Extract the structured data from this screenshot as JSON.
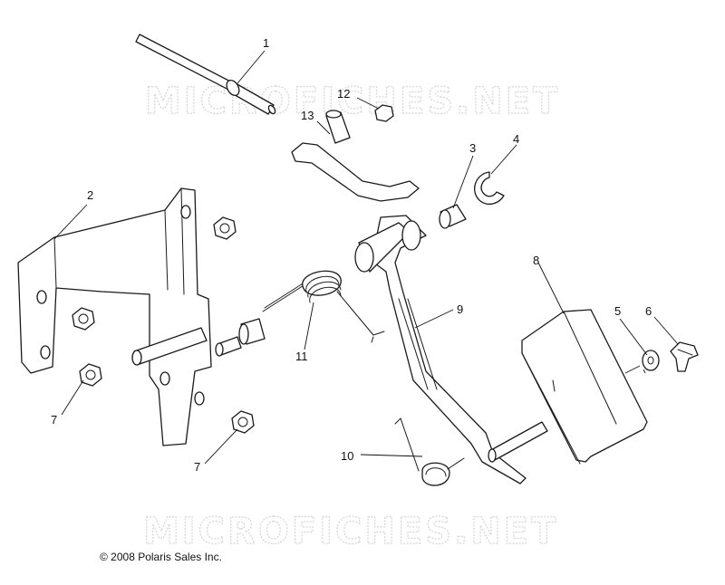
{
  "watermark": {
    "top": "MICROFICHES.NET",
    "bottom": "MICROFICHES.NET"
  },
  "copyright": "© 2008 Polaris Sales Inc.",
  "callouts": [
    "1",
    "2",
    "3",
    "4",
    "5",
    "6",
    "7",
    "7",
    "8",
    "9",
    "10",
    "11",
    "12",
    "13"
  ]
}
